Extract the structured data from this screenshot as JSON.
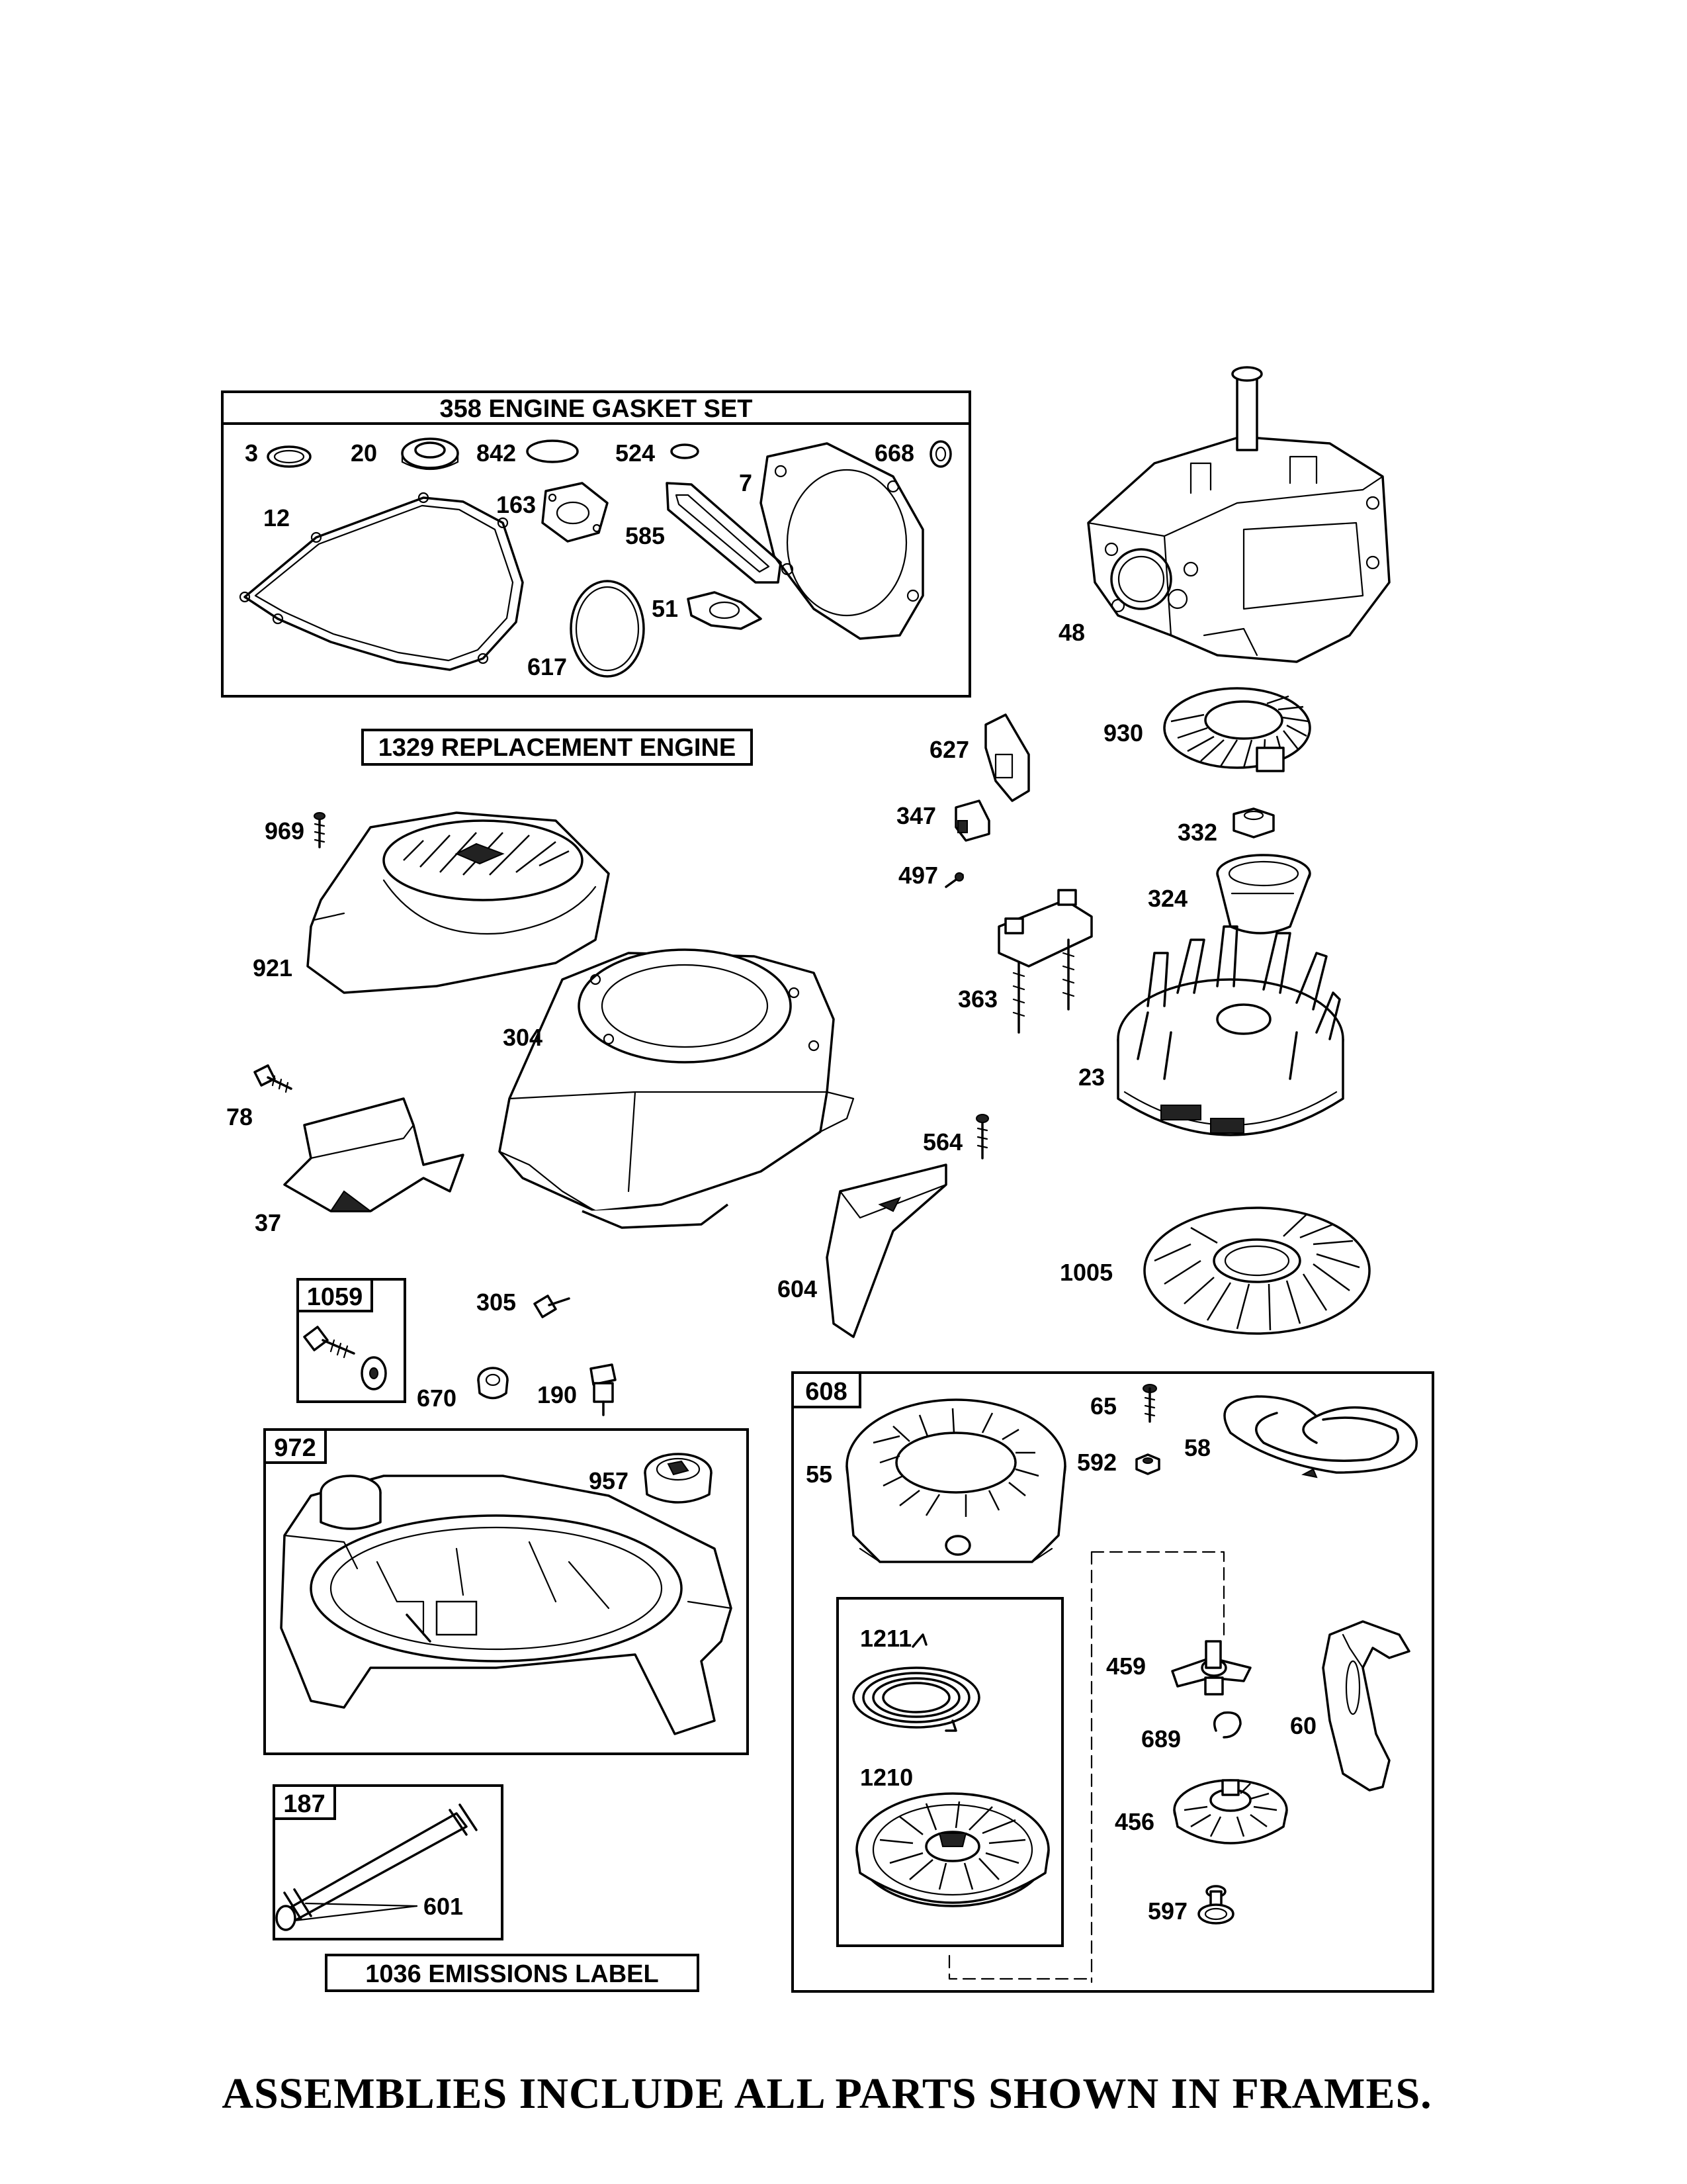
{
  "frames": {
    "gasket_set": "358 ENGINE GASKET SET",
    "replacement_engine": "1329 REPLACEMENT ENGINE",
    "emissions_label": "1036 EMISSIONS LABEL",
    "box_1059": "1059",
    "box_972": "972",
    "box_187": "187",
    "box_608": "608"
  },
  "part_labels": {
    "p3": "3",
    "p20": "20",
    "p842": "842",
    "p524": "524",
    "p668": "668",
    "p12": "12",
    "p163": "163",
    "p585": "585",
    "p7": "7",
    "p51": "51",
    "p617": "617",
    "p48": "48",
    "p930": "930",
    "p627": "627",
    "p347": "347",
    "p497": "497",
    "p332": "332",
    "p324": "324",
    "p363": "363",
    "p969": "969",
    "p921": "921",
    "p304": "304",
    "p78": "78",
    "p37": "37",
    "p23": "23",
    "p564": "564",
    "p604": "604",
    "p1005": "1005",
    "p305": "305",
    "p670": "670",
    "p190": "190",
    "p957": "957",
    "p601": "601",
    "p65": "65",
    "p58": "58",
    "p55": "55",
    "p592": "592",
    "p1211": "1211",
    "p459": "459",
    "p689": "689",
    "p60": "60",
    "p1210": "1210",
    "p456": "456",
    "p597": "597"
  },
  "footer": "ASSEMBLIES INCLUDE ALL PARTS SHOWN IN FRAMES."
}
